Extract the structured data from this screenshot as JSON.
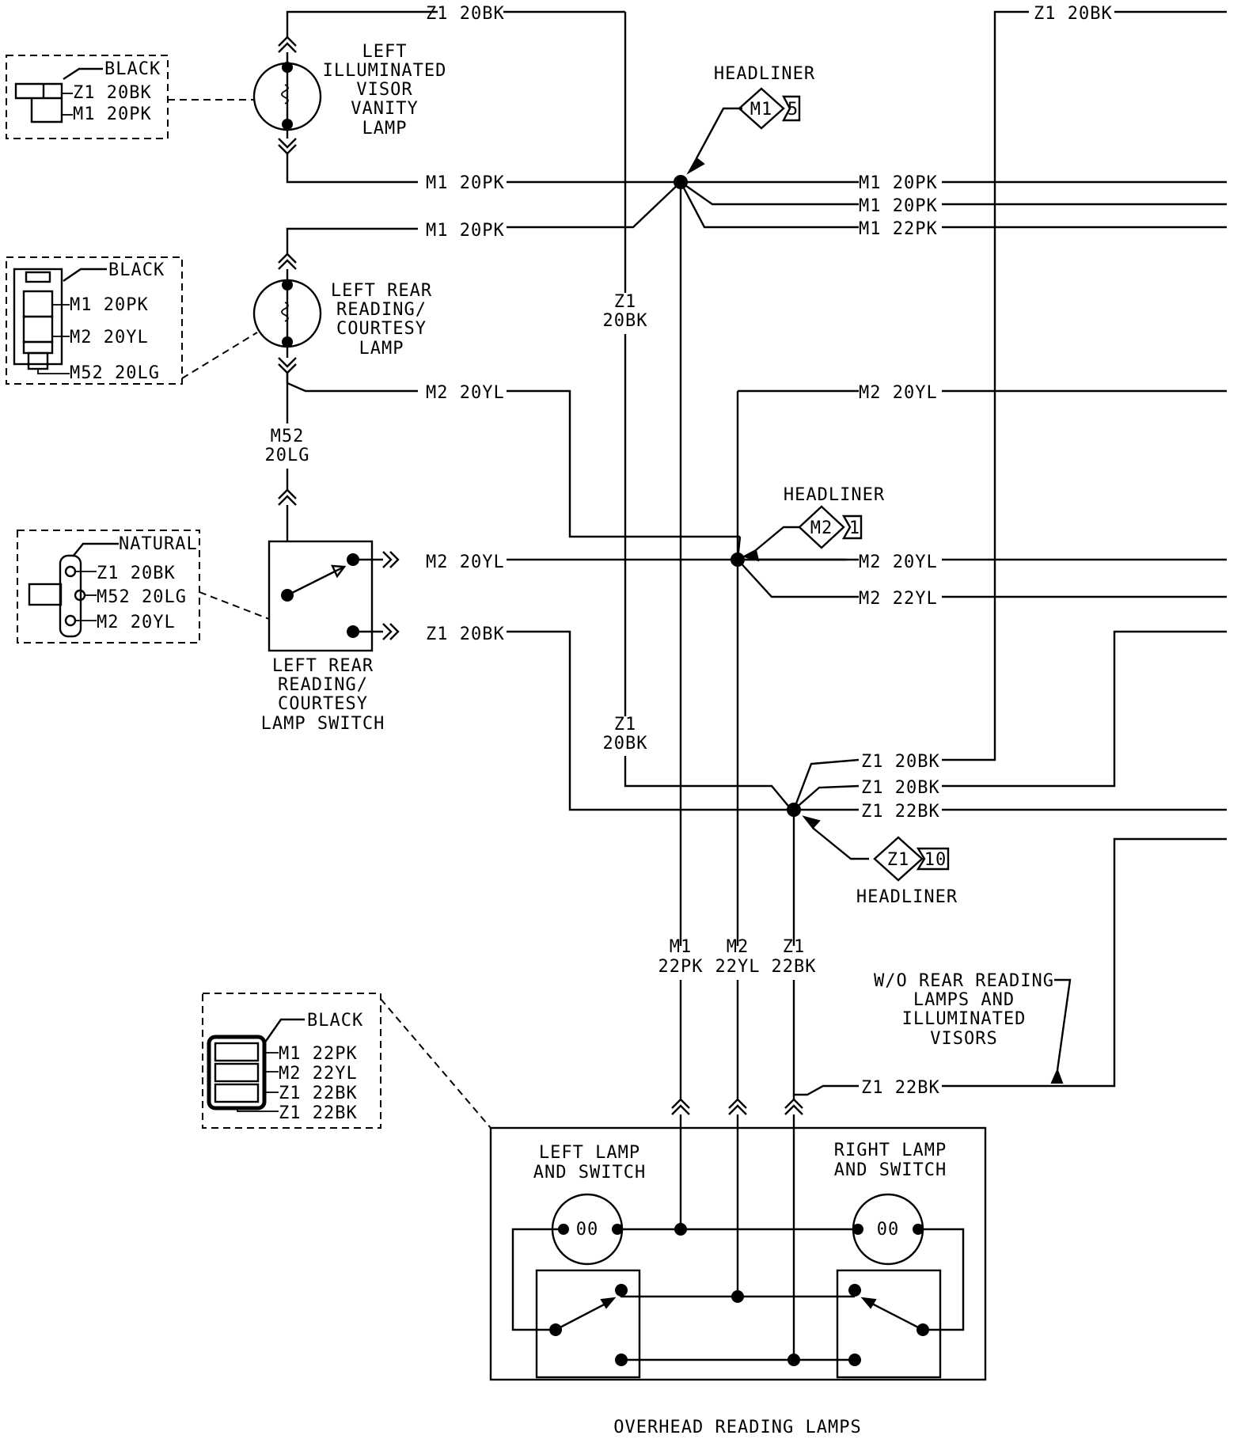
{
  "wires": {
    "z1_20bk": "Z1 20BK",
    "m1_20pk": "M1 20PK",
    "m1_22pk": "M1 22PK",
    "m2_20yl": "M2 20YL",
    "m2_22yl": "M2 22YL",
    "z1_22bk": "Z1 22BK",
    "m52_20lg": "M52 20LG",
    "z1": "Z1",
    "m1": "M1",
    "m2": "M2",
    "m52": "M52",
    "bk20": "20BK",
    "lg20": "20LG",
    "pk22": "22PK",
    "yl22": "22YL",
    "bk22": "22BK"
  },
  "components": {
    "visor_lamp": [
      "LEFT",
      "ILLUMINATED",
      "VISOR",
      "VANITY",
      "LAMP"
    ],
    "rear_reading_lamp": [
      "LEFT REAR",
      "READING/",
      "COURTESY",
      "LAMP"
    ],
    "rear_reading_switch": [
      "LEFT REAR",
      "READING/",
      "COURTESY",
      "LAMP SWITCH"
    ],
    "left_lamp_switch": [
      "LEFT LAMP",
      "AND SWITCH"
    ],
    "right_lamp_switch": [
      "RIGHT LAMP",
      "AND SWITCH"
    ],
    "overhead": "OVERHEAD READING LAMPS",
    "wo_note": [
      "W/O REAR READING",
      "LAMPS AND",
      "ILLUMINATED",
      "VISORS"
    ]
  },
  "splices": [
    {
      "label": "HEADLINER",
      "id": "M1",
      "count": "5"
    },
    {
      "label": "HEADLINER",
      "id": "M2",
      "count": "1"
    },
    {
      "label": "HEADLINER",
      "id": "Z1",
      "count": "10"
    }
  ],
  "connectors": {
    "visor": {
      "color": "BLACK",
      "pins": [
        "Z1 20BK",
        "M1 20PK"
      ]
    },
    "rear_lamp": {
      "color": "BLACK",
      "pins": [
        "M1 20PK",
        "M2 20YL",
        "M52 20LG"
      ]
    },
    "switch": {
      "color": "NATURAL",
      "pins": [
        "Z1 20BK",
        "M52 20LG",
        "M2 20YL"
      ]
    },
    "overhead": {
      "color": "BLACK",
      "pins": [
        "M1 22PK",
        "M2 22YL",
        "Z1 22BK",
        "Z1 22BK"
      ]
    }
  },
  "lamp_glyph": "00"
}
